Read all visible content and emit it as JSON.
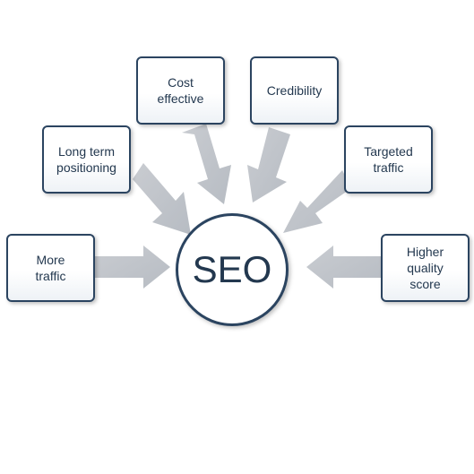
{
  "center": {
    "label": "SEO"
  },
  "nodes": [
    {
      "id": "cost-effective",
      "label": "Cost\neffective"
    },
    {
      "id": "credibility",
      "label": "Credibility"
    },
    {
      "id": "long-term-positioning",
      "label": "Long term\npositioning"
    },
    {
      "id": "targeted-traffic",
      "label": "Targeted\ntraffic"
    },
    {
      "id": "more-traffic",
      "label": "More\ntraffic"
    },
    {
      "id": "higher-quality-score",
      "label": "Higher\nquality\nscore"
    }
  ],
  "colors": {
    "border": "#2b4460",
    "text": "#23384f",
    "arrow": "#c4c8ce"
  }
}
